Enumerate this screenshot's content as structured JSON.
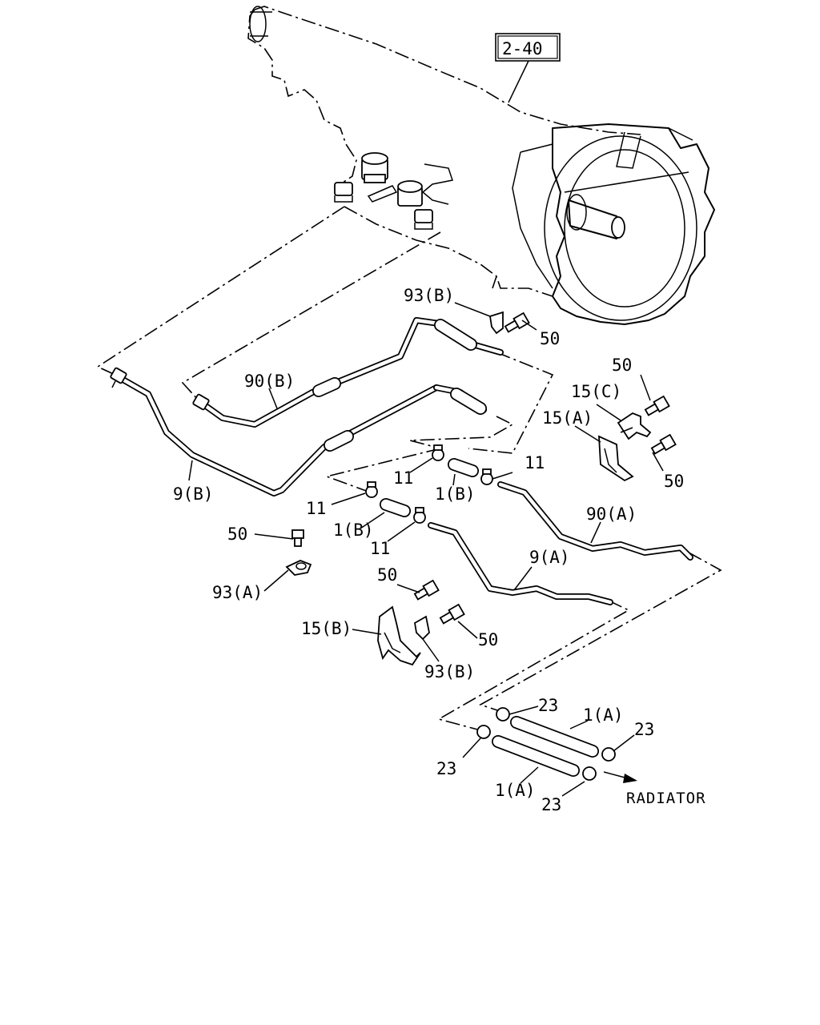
{
  "reference_box": "2-40",
  "destination_label": "RADIATOR",
  "callouts": {
    "c93b_top": "93(B)",
    "c50_a": "50",
    "c90b": "90(B)",
    "c50_b": "50",
    "c15c": "15(C)",
    "c15a": "15(A)",
    "c50_c": "50",
    "c11_a": "11",
    "c1b_a": "1(B)",
    "c11_b": "11",
    "c9b": "9(B)",
    "c11_c": "11",
    "c1b_b": "1(B)",
    "c11_d": "11",
    "c90a": "90(A)",
    "c50_d": "50",
    "c93a": "93(A)",
    "c9a": "9(A)",
    "c50_e": "50",
    "c15b": "15(B)",
    "c50_f": "50",
    "c93b_bot": "93(B)",
    "c23_a": "23",
    "c1a_a": "1(A)",
    "c23_b": "23",
    "c23_c": "23",
    "c1a_b": "1(A)",
    "c23_d": "23"
  }
}
